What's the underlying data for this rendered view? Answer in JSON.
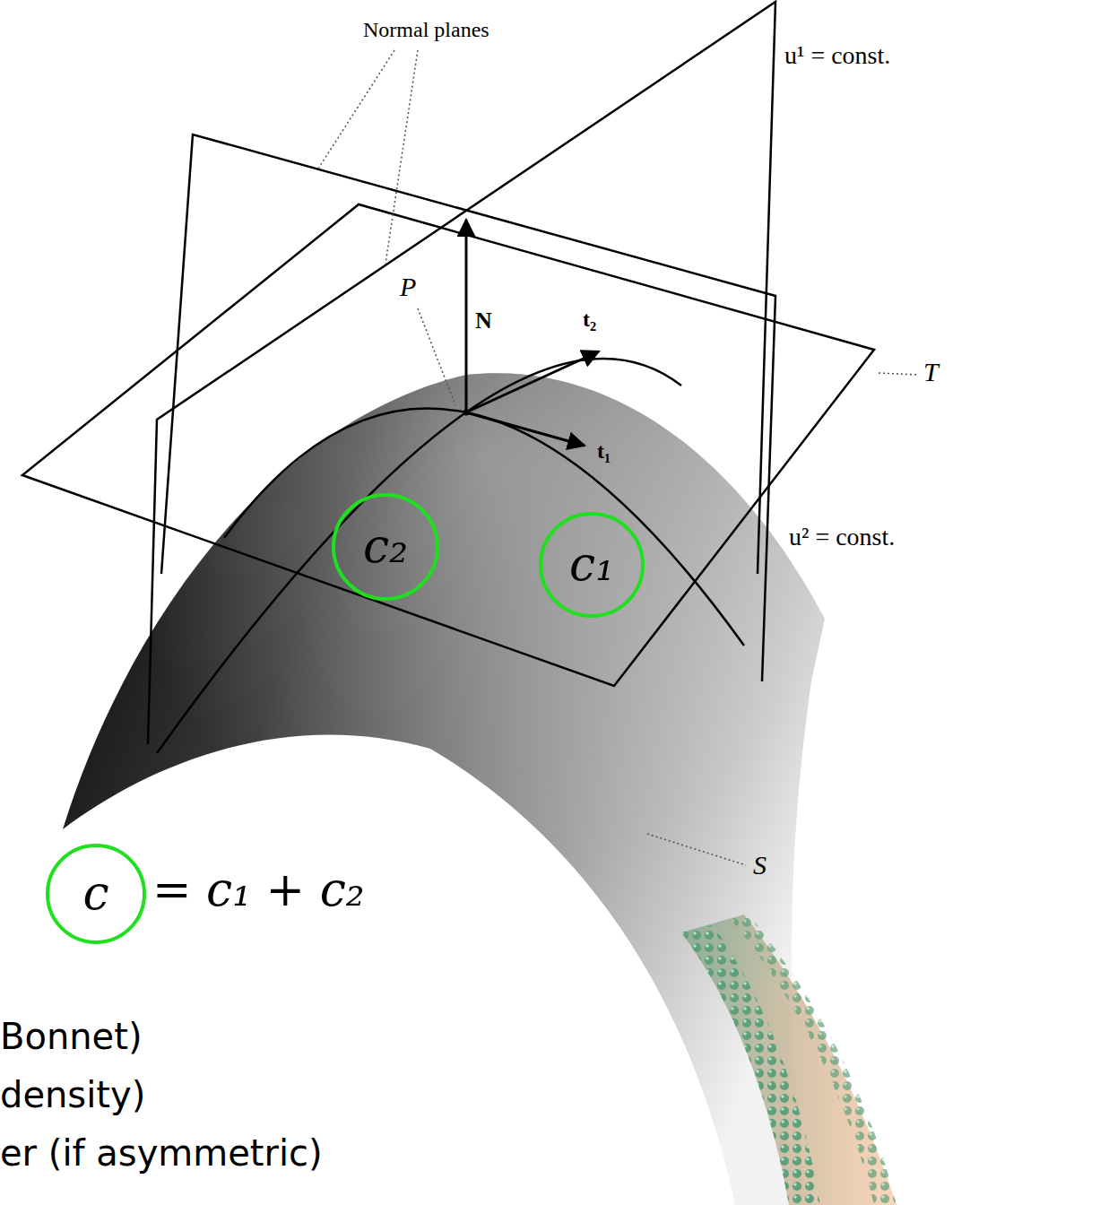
{
  "diagram": {
    "nodes": [
      {
        "text": [
          "c₂"
        ]
      },
      {
        "text": [
          "c₁"
        ]
      },
      {
        "text": [
          "c"
        ]
      }
    ],
    "labels": [
      "Normal planes",
      "u¹ = const.",
      "P",
      "N",
      "t₂",
      "T",
      "u² = const.",
      "t₁",
      "= c₁ + c₂",
      "S",
      "Bonnet)",
      "density)",
      "er (if asymmetric)"
    ]
  }
}
